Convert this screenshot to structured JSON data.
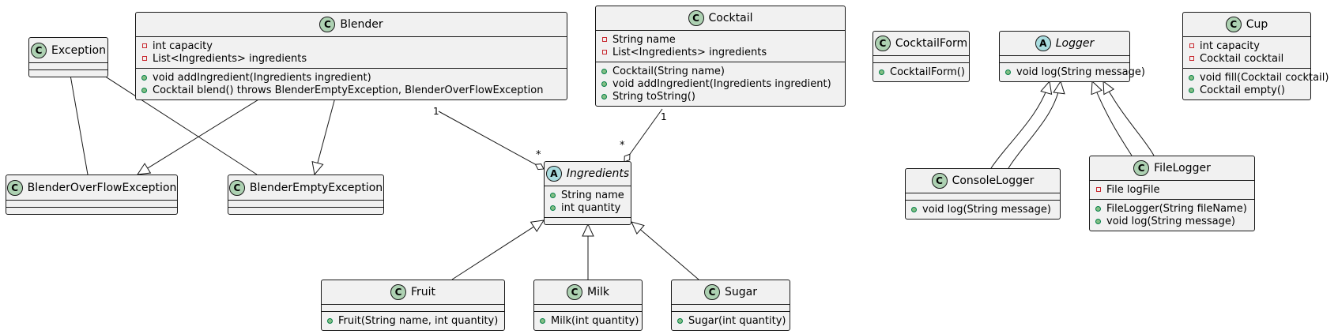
{
  "diagram": {
    "classes": {
      "exception": {
        "name": "Exception",
        "kind": "class"
      },
      "blender": {
        "name": "Blender",
        "kind": "class",
        "fields": [
          {
            "vis": "private",
            "text": "int capacity"
          },
          {
            "vis": "private",
            "text": "List<Ingredients> ingredients"
          }
        ],
        "methods": [
          {
            "vis": "public",
            "text": "void addIngredient(Ingredients ingredient)"
          },
          {
            "vis": "public",
            "text": "Cocktail blend() throws BlenderEmptyException, BlenderOverFlowException"
          }
        ]
      },
      "cocktail": {
        "name": "Cocktail",
        "kind": "class",
        "fields": [
          {
            "vis": "private",
            "text": "String name"
          },
          {
            "vis": "private",
            "text": "List<Ingredients> ingredients"
          }
        ],
        "methods": [
          {
            "vis": "public",
            "text": "Cocktail(String name)"
          },
          {
            "vis": "public",
            "text": "void addIngredient(Ingredients ingredient)"
          },
          {
            "vis": "public",
            "text": "String toString()"
          }
        ]
      },
      "cocktailform": {
        "name": "CocktailForm",
        "kind": "class",
        "methods": [
          {
            "vis": "public",
            "text": "CocktailForm()"
          }
        ]
      },
      "logger": {
        "name": "Logger",
        "kind": "abstract",
        "methods": [
          {
            "vis": "public",
            "text": "void log(String message)"
          }
        ]
      },
      "cup": {
        "name": "Cup",
        "kind": "class",
        "fields": [
          {
            "vis": "private",
            "text": "int capacity"
          },
          {
            "vis": "private",
            "text": "Cocktail cocktail"
          }
        ],
        "methods": [
          {
            "vis": "public",
            "text": "void fill(Cocktail cocktail)"
          },
          {
            "vis": "public",
            "text": "Cocktail empty()"
          }
        ]
      },
      "overflow": {
        "name": "BlenderOverFlowException",
        "kind": "class"
      },
      "empty": {
        "name": "BlenderEmptyException",
        "kind": "class"
      },
      "ingredients": {
        "name": "Ingredients",
        "kind": "abstract",
        "fields": [
          {
            "vis": "public",
            "text": "String name"
          },
          {
            "vis": "public",
            "text": "int quantity"
          }
        ]
      },
      "console": {
        "name": "ConsoleLogger",
        "kind": "class",
        "methods": [
          {
            "vis": "public",
            "text": "void log(String message)"
          }
        ]
      },
      "filelogger": {
        "name": "FileLogger",
        "kind": "class",
        "fields": [
          {
            "vis": "private",
            "text": "File logFile"
          }
        ],
        "methods": [
          {
            "vis": "public",
            "text": "FileLogger(String fileName)"
          },
          {
            "vis": "public",
            "text": "void log(String message)"
          }
        ]
      },
      "fruit": {
        "name": "Fruit",
        "kind": "class",
        "methods": [
          {
            "vis": "public",
            "text": "Fruit(String name, int quantity)"
          }
        ]
      },
      "milk": {
        "name": "Milk",
        "kind": "class",
        "methods": [
          {
            "vis": "public",
            "text": "Milk(int quantity)"
          }
        ]
      },
      "sugar": {
        "name": "Sugar",
        "kind": "class",
        "methods": [
          {
            "vis": "public",
            "text": "Sugar(int quantity)"
          }
        ]
      }
    },
    "relations": [
      {
        "from": "overflow",
        "to": "exception",
        "type": "extends"
      },
      {
        "from": "empty",
        "to": "exception",
        "type": "extends"
      },
      {
        "from": "blender",
        "to": "overflow",
        "type": "extends"
      },
      {
        "from": "blender",
        "to": "empty",
        "type": "extends"
      },
      {
        "from": "blender",
        "to": "ingredients",
        "type": "aggregation",
        "from_mult": "1",
        "to_mult": "*"
      },
      {
        "from": "cocktail",
        "to": "ingredients",
        "type": "aggregation",
        "from_mult": "1",
        "to_mult": "*"
      },
      {
        "from": "fruit",
        "to": "ingredients",
        "type": "extends"
      },
      {
        "from": "milk",
        "to": "ingredients",
        "type": "extends"
      },
      {
        "from": "sugar",
        "to": "ingredients",
        "type": "extends"
      },
      {
        "from": "console",
        "to": "logger",
        "type": "extends"
      },
      {
        "from": "console",
        "to": "logger",
        "type": "extends"
      },
      {
        "from": "filelogger",
        "to": "logger",
        "type": "extends"
      },
      {
        "from": "filelogger",
        "to": "logger",
        "type": "extends"
      }
    ],
    "badge_letters": {
      "class": "C",
      "abstract": "A"
    },
    "colors": {
      "box_fill": "#f1f1f1",
      "border": "#181818",
      "class_badge": "#add1b2",
      "abstract_badge": "#a9dcdf"
    }
  }
}
